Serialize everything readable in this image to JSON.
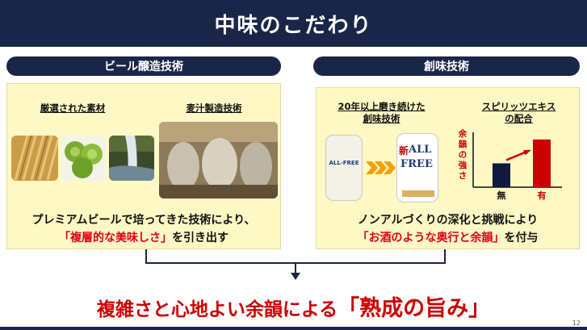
{
  "title": "中味のこだわり",
  "left": {
    "header": "ビール醸造技術",
    "sub1": "厳選された素材",
    "sub2": "麦汁製造技術",
    "caption_line1": "プレミアムビールで培ってきた技術により、",
    "caption_line2_red": "「複層的な美味しさ」",
    "caption_line2_rest": "を引き出す"
  },
  "right": {
    "header": "創味技術",
    "sub1_line1": "20年以上磨き続けた",
    "sub1_line2": "創味技術",
    "sub2_line1": "スピリッツエキス",
    "sub2_line2": "の配合",
    "can_old": "ALL-FREE",
    "can_new_badge": "新",
    "can_new_line1": "ALL",
    "can_new_line2": "FREE",
    "chart_ylabel_chars": [
      "余",
      "韻",
      "の",
      "強",
      "さ"
    ],
    "caption_line1": "ノンアルづくりの深化と挑戦により",
    "caption_line2_red": "「お酒のような奥行と余韻」",
    "caption_line2_rest": "を付与"
  },
  "bottom": {
    "main": "複雑さと心地よい余韻による",
    "emphasis": "「熟成の旨み」"
  },
  "page_number": "12",
  "chart_data": {
    "type": "bar",
    "categories": [
      "無",
      "有"
    ],
    "values": [
      1,
      2
    ],
    "ylabel": "余韻の強さ",
    "colors": [
      "#111a3c",
      "#cc0000"
    ]
  }
}
